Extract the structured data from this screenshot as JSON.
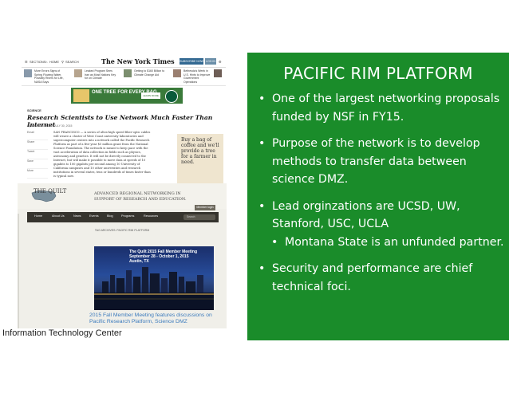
{
  "panel": {
    "title": "PACIFIC RIM PLATFORM",
    "bullets": [
      "One of the largest networking proposals funded by NSF in FY15.",
      "Purpose of the network is to develop methods to transfer data between science DMZ.",
      "Lead orginzations are UCSD, UW, Stanford, USC, UCLA",
      "Security and performance are chief technical foci."
    ],
    "sub_bullet": "Montana State is an unfunded partner.",
    "background_color": "#1a8c2a"
  },
  "nyt": {
    "logo": "The New York Times",
    "top_sections": "SECTIONS",
    "top_home": "HOME",
    "top_search": "SEARCH",
    "subscribe": "SUBSCRIBE NOW",
    "login": "LOG IN",
    "news": [
      "More Errors Signs of Spring Flowing Water, Possibly Rivers for Life, NASA Says",
      "Leaked Program Sees Iran as Most Nations Key for on Climate",
      "Getting to $160 Billion to Climate Change Aid",
      "Bethesda's Week in U.S. Hints to Improve Government Operations"
    ],
    "ad_text": "ONE TREE FOR EVERY BAG",
    "ad_button": "LEARN MORE",
    "section": "SCIENCE",
    "headline": "Research Scientists to Use Network Much Faster Than Internet",
    "byline": "By JOHN MARKOFF   JULY 30, 2015",
    "share": [
      "Email",
      "Share",
      "Tweet",
      "Save",
      "More"
    ],
    "body": "SAN FRANCISCO — A series of ultra-high speed fiber-optic cables will weave a cluster of West Coast university laboratories and supercomputer centers into a network called the Pacific Research Platform as part of a five-year $5 million grant from the National Science Foundation. The network is meant to keep pace with the vast acceleration of data collection in fields such as physics, astronomy and genetics. It will not be directly connected to the Internet, but will make it possible to move data at speeds of 10 gigabits to 100 gigabits per second among 10 University of California campuses and 10 other universities and research institutions in several states, tens or hundreds of times faster than is typical now.",
    "side_ad": "Buy a bag of coffee and we'll provide a tree for a farmer in need."
  },
  "quilt": {
    "logo": "THE QUILT",
    "tagline": "ADVANCED REGIONAL NETWORKING IN SUPPORT OF RESEARCH AND EDUCATION.",
    "login": "Member login",
    "nav": [
      "Home",
      "About Us",
      "News",
      "Events",
      "Blog",
      "Programs",
      "Resources"
    ],
    "search_placeholder": "Search",
    "page_title": "TAG ARCHIVES: PACIFIC RIM PLATFORM",
    "photo_title": "The Quilt 2015 Fall Member Meeting",
    "photo_dates": "September 28 - October 1, 2015",
    "photo_place": "Austin, TX",
    "caption": "2015 Fall Member Meeting features discussions on Pacific Research Platform, Science DMZ"
  },
  "footer": "Information Technology Center"
}
